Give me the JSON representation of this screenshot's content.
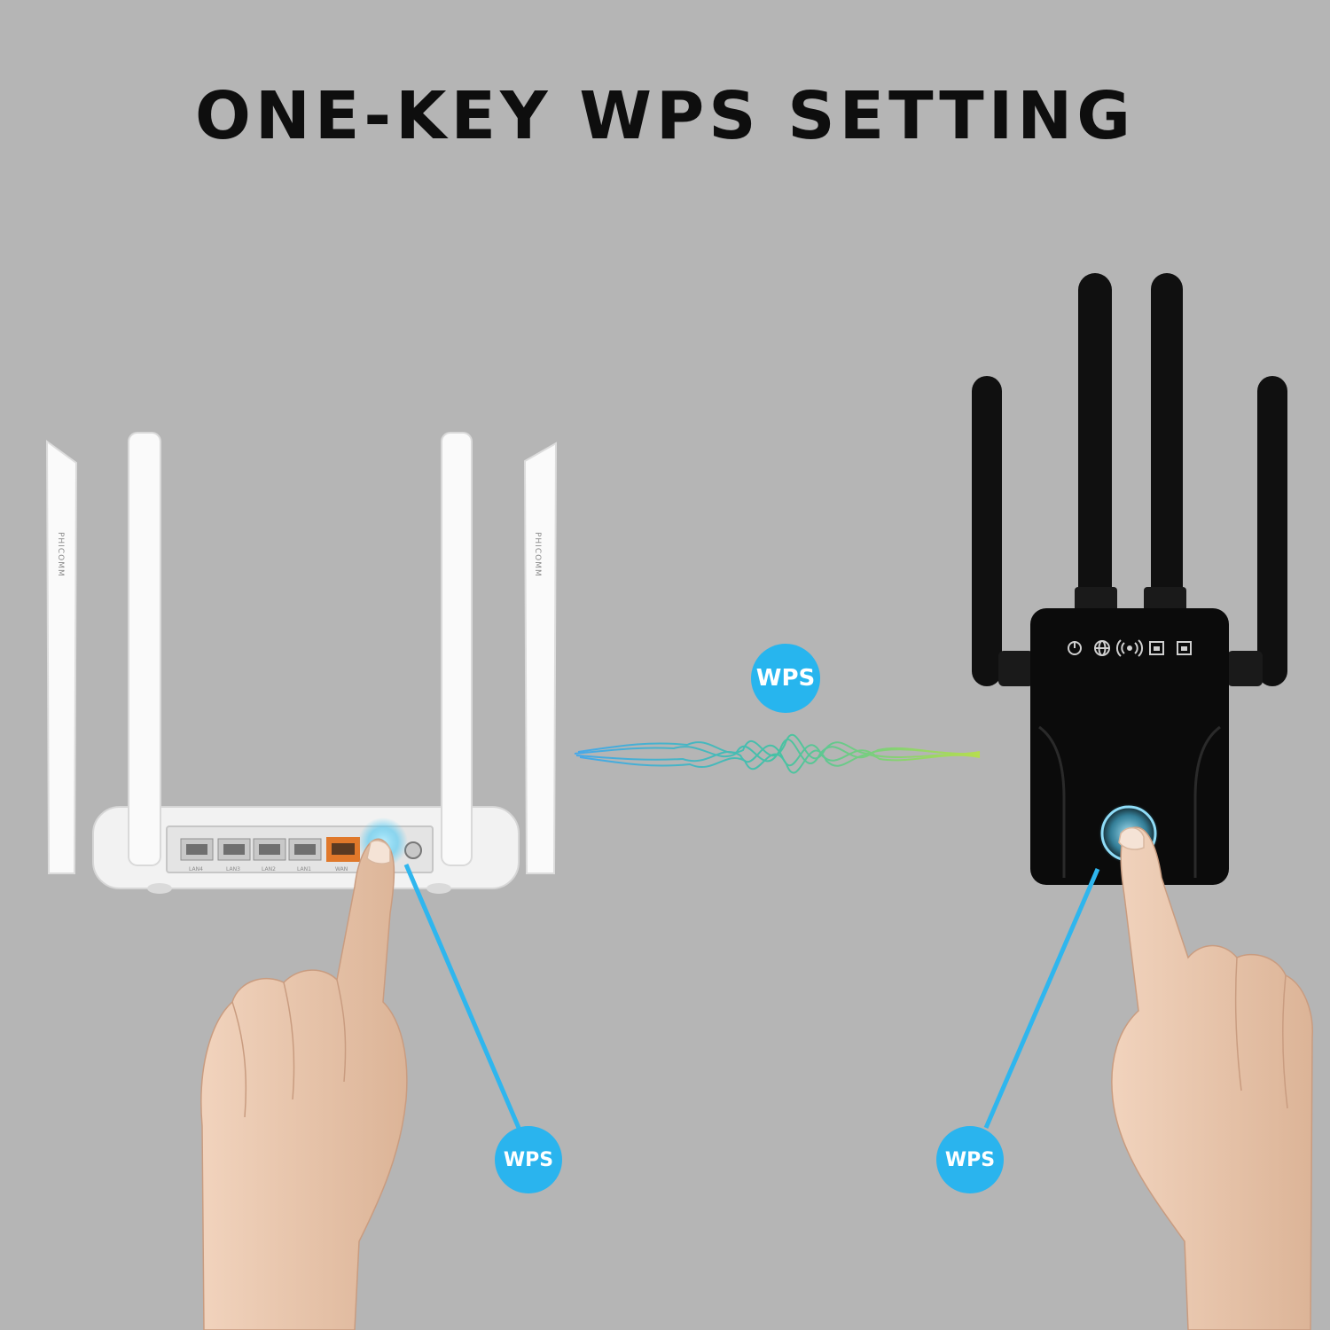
{
  "headline": "ONE-KEY WPS SETTING",
  "badges": {
    "center": "WPS",
    "left": "WPS",
    "right": "WPS"
  },
  "router": {
    "antenna_brand": "PHICOMM",
    "port_labels": [
      "LAN4",
      "LAN3",
      "LAN2",
      "LAN1",
      "WAN"
    ]
  },
  "colors": {
    "background": "#b5b5b5",
    "badge_blue": "#2ab4ee",
    "connector_line": "#2fb6ee",
    "router_body": "#f2f2f2",
    "extender_body": "#0b0b0b",
    "wan_port": "#e0782a",
    "skin": "#e8c6ad"
  },
  "icons": [
    "power-icon",
    "globe-icon",
    "wifi-signal-icon",
    "lan-icon",
    "wan-icon"
  ]
}
